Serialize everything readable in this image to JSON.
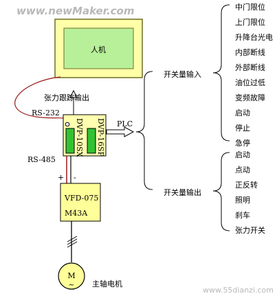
{
  "watermarks": {
    "top": "www.newMaker.com",
    "bottom": "www.55dianzi.com"
  },
  "hmi": {
    "label": "人机"
  },
  "labels": {
    "tension_output": "张力跟踪输出",
    "rs232": "RS-232",
    "rs485": "RS-485",
    "plc": "PLC",
    "plus": "+",
    "minus": "-",
    "motor_symbol": "M",
    "motor_tilde": "~",
    "motor_name": "主轴电机"
  },
  "plc": {
    "module_left": "DVP-10SX",
    "module_right": "DVP-16SP"
  },
  "vfd": {
    "line1": "VFD-075",
    "line2": "M43A"
  },
  "inputs": {
    "title": "开关量输入",
    "items": [
      "中门限位",
      "上门限位",
      "升降台光电",
      "内部断线",
      "外部断线",
      "油位过低",
      "变频故障",
      "启动",
      "停止",
      "急停"
    ]
  },
  "outputs": {
    "title": "开关量输出",
    "items": [
      "启动",
      "点动",
      "正反转",
      "照明",
      "刹车",
      "张力开关"
    ]
  },
  "colors": {
    "hmi_border": "#7a7a2a",
    "hmi_bezel": "#ffffa8",
    "hmi_screen": "#b8f09a",
    "plc_body": "#ffffb0",
    "plc_slot": "#33c233",
    "vfd_fill": "#ffff99",
    "cable_red": "#9b1b1b",
    "watermark": "#b8b8b8"
  }
}
